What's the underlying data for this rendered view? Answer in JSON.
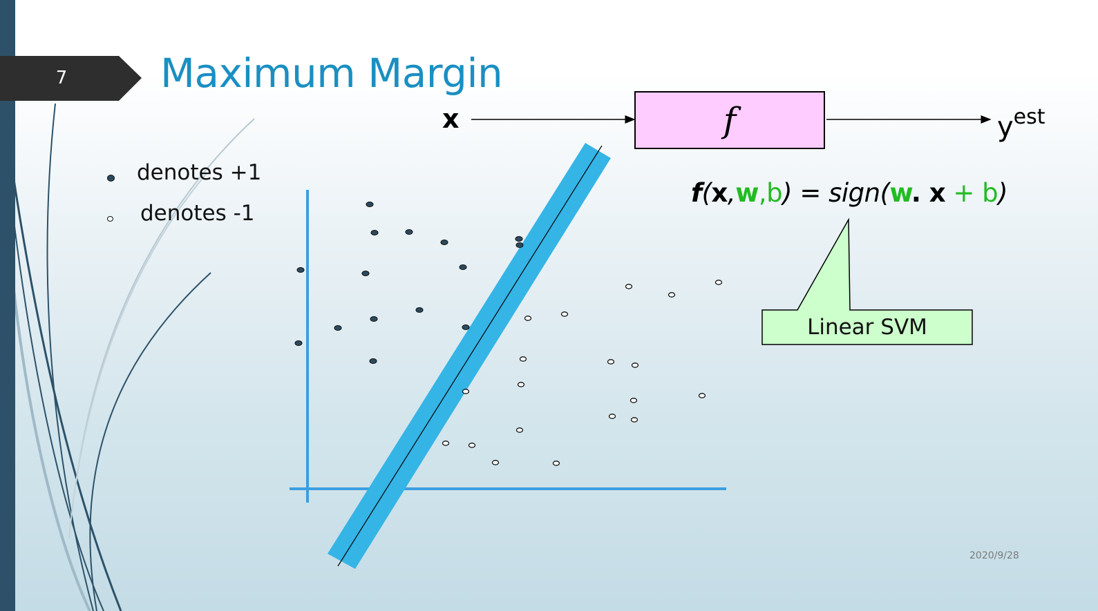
{
  "slide": {
    "number": "7",
    "title": "Maximum Margin",
    "date": "2020/9/28"
  },
  "legend": [
    {
      "marker": "filled-dot",
      "label": "denotes +1"
    },
    {
      "marker": "hollow-dot",
      "label": "denotes -1"
    }
  ],
  "block_diagram": {
    "input_label": "x",
    "function_label": "f",
    "output_label": "y",
    "output_superscript": "est"
  },
  "formula": {
    "parts": [
      {
        "text": "f",
        "style": "bold-italic"
      },
      {
        "text": "(",
        "style": "italic"
      },
      {
        "text": "x",
        "style": "bold"
      },
      {
        "text": ",",
        "style": "italic"
      },
      {
        "text": "w",
        "style": "bold-green"
      },
      {
        "text": ",b",
        "style": "italic-green"
      },
      {
        "text": ") = sign(",
        "style": "italic"
      },
      {
        "text": "w",
        "style": "bold-green"
      },
      {
        "text": ". x",
        "style": "bold"
      },
      {
        "text": " + b",
        "style": "italic-green"
      },
      {
        "text": ")",
        "style": "italic"
      }
    ]
  },
  "callout": {
    "label": "Linear SVM"
  },
  "colors": {
    "title": "#1a8fc2",
    "axis": "#3b9ee0",
    "margin_band": "#35b4e6",
    "function_box": "#ffccff",
    "callout_fill": "#ccffcc",
    "formula_green": "#22bb22",
    "side_bar": "#2c5168",
    "number_tab": "#2e2e2e"
  }
}
